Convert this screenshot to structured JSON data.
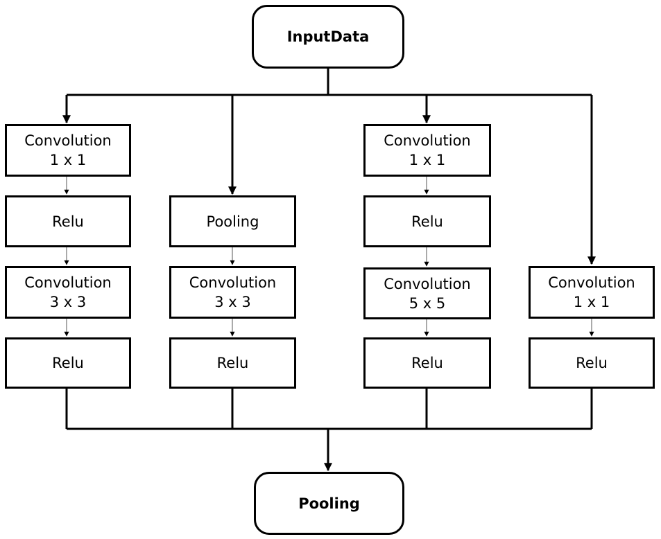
{
  "diagram": {
    "input": {
      "label": "InputData"
    },
    "output": {
      "label": "Pooling"
    },
    "branches": [
      {
        "id": "b1",
        "nodes": [
          {
            "line1": "Convolution",
            "line2": "1 x 1"
          },
          {
            "line1": "Relu",
            "line2": ""
          },
          {
            "line1": "Convolution",
            "line2": "3 x 3"
          },
          {
            "line1": "Relu",
            "line2": ""
          }
        ]
      },
      {
        "id": "b2",
        "nodes": [
          {
            "line1": "Pooling",
            "line2": ""
          },
          {
            "line1": "Convolution",
            "line2": "3 x 3"
          },
          {
            "line1": "Relu",
            "line2": ""
          }
        ]
      },
      {
        "id": "b3",
        "nodes": [
          {
            "line1": "Convolution",
            "line2": "1 x 1"
          },
          {
            "line1": "Relu",
            "line2": ""
          },
          {
            "line1": "Convolution",
            "line2": "5 x 5"
          },
          {
            "line1": "Relu",
            "line2": ""
          }
        ]
      },
      {
        "id": "b4",
        "nodes": [
          {
            "line1": "Convolution",
            "line2": "1 x 1"
          },
          {
            "line1": "Relu",
            "line2": ""
          }
        ]
      }
    ]
  }
}
